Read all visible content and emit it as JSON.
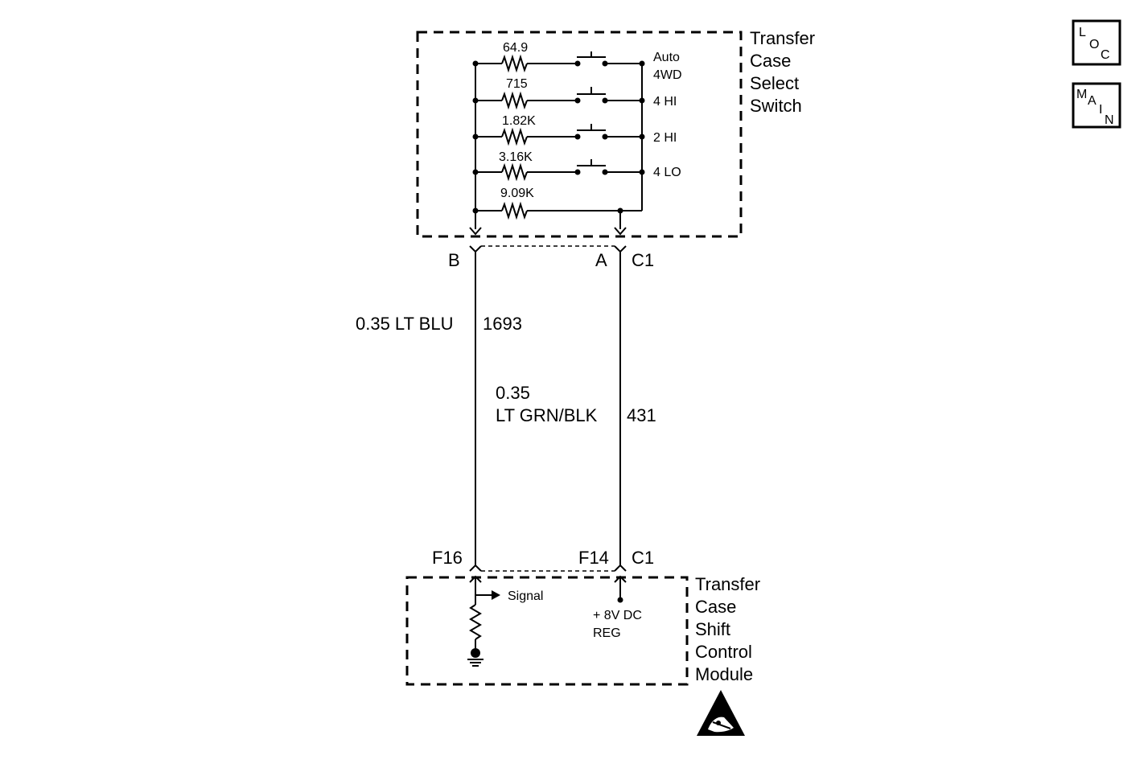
{
  "switch": {
    "title_lines": [
      "Transfer",
      "Case",
      "Select",
      "Switch"
    ],
    "resistors": [
      "64.9",
      "715",
      "1.82K",
      "3.16K",
      "9.09K"
    ],
    "positions": [
      "Auto",
      "4WD",
      "4 HI",
      "2 HI",
      "4 LO"
    ]
  },
  "connectors": {
    "top_pin_b": "B",
    "top_pin_a": "A",
    "top_conn": "C1",
    "bottom_pin_left": "F16",
    "bottom_pin_right": "F14",
    "bottom_conn": "C1"
  },
  "wires": {
    "left_size_color": "0.35 LT BLU",
    "left_circuit": "1693",
    "right_size": "0.35",
    "right_color": "LT GRN/BLK",
    "right_circuit": "431"
  },
  "module": {
    "title_lines": [
      "Transfer",
      "Case",
      "Shift",
      "Control",
      "Module"
    ],
    "signal_label": "Signal",
    "supply_line1": "+ 8V DC",
    "supply_line2": "REG"
  },
  "nav": {
    "loc_letters": [
      "L",
      "O",
      "C"
    ],
    "main_letters": [
      "M",
      "A",
      "I",
      "N"
    ]
  }
}
